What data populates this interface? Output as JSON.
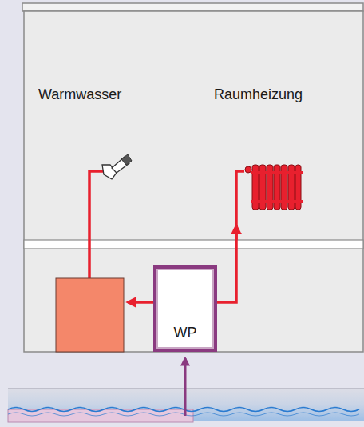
{
  "diagram": {
    "nodes": [
      {
        "text": [
          "WP"
        ]
      }
    ],
    "labels": [
      "Warmwasser",
      "Raumheizung"
    ]
  }
}
